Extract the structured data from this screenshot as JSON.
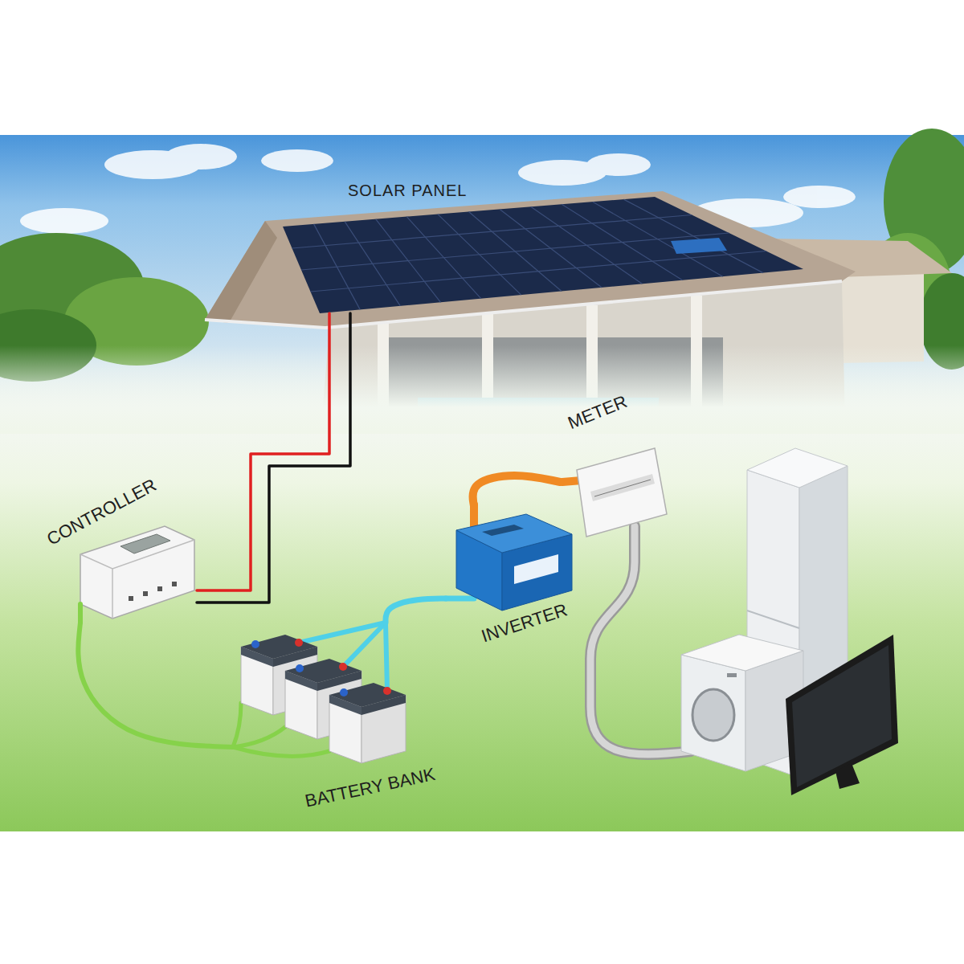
{
  "diagram": {
    "nodes": [
      {
        "text": [
          "SOLAR PANEL"
        ]
      },
      {
        "text": [
          "CONTROLLER"
        ]
      },
      {
        "text": [
          "METER"
        ]
      },
      {
        "text": [
          "INVERTER"
        ]
      },
      {
        "text": [
          "BATTERY BANK"
        ]
      }
    ],
    "edges": [
      {
        "from": 0,
        "to": 1,
        "arrow": "none"
      },
      {
        "from": 1,
        "to": 4,
        "arrow": "none"
      },
      {
        "from": 4,
        "to": 3,
        "arrow": "none"
      },
      {
        "from": 3,
        "to": 2,
        "arrow": "none"
      }
    ]
  }
}
